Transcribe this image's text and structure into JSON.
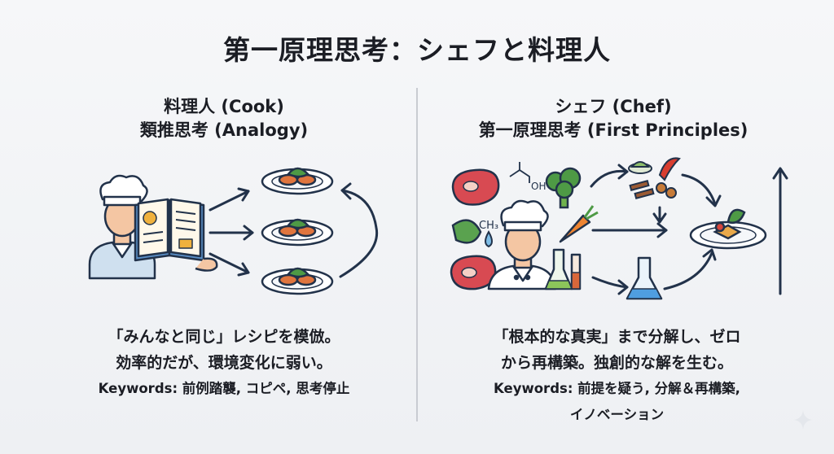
{
  "title": "第一原理思考：シェフと料理人",
  "left": {
    "heading_line1": "料理人 (Cook)",
    "heading_line2": "類推思考 (Analogy)",
    "body_line1": "「みんなと同じ」レシピを模倣。",
    "body_line2": "効率的だが、環境変化に弱い。",
    "keywords": "Keywords: 前例踏襲, コピペ, 思考停止"
  },
  "right": {
    "heading_line1": "シェフ (Chef)",
    "heading_line2": "第一原理思考 (First Principles)",
    "body_line1": "「根本的な真実」まで分解し、ゼロ",
    "body_line2": "から再構築。独創的な解を生む。",
    "keywords_line1": "Keywords: 前提を疑う, 分解＆再構築,",
    "keywords_line2": "イノベーション",
    "chem_label": "CH₃",
    "chem_label2": "OH"
  }
}
